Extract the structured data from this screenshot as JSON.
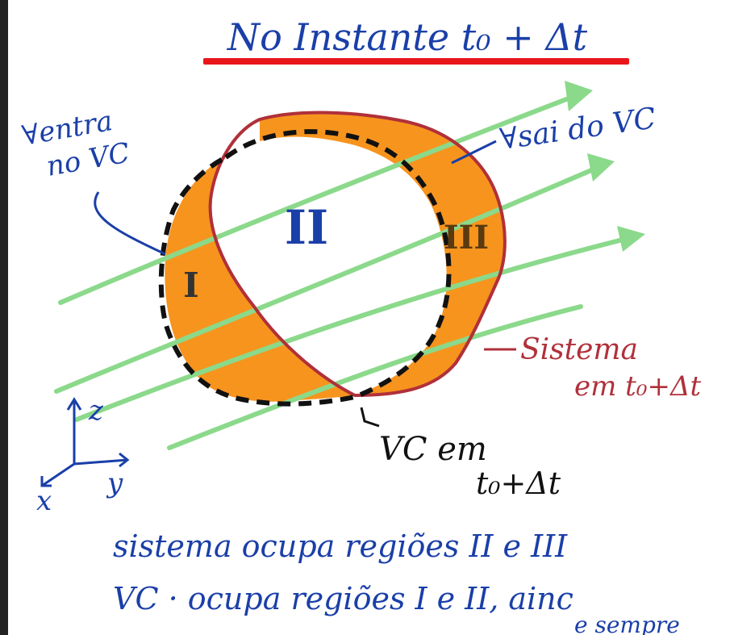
{
  "title": "No Instante t₀ + Δt",
  "regions": {
    "region_1": "I",
    "region_2": "II",
    "region_3": "III"
  },
  "annotations": {
    "inflow": [
      "∀entra",
      "no VC"
    ],
    "outflow": "∀sai do VC",
    "system": [
      "Sistema",
      "em t₀+Δt"
    ],
    "control_volume": [
      "VC em",
      "t₀+Δt"
    ]
  },
  "axes": {
    "z": "z",
    "y": "y",
    "x": "x"
  },
  "notes": [
    "sistema ocupa regiões II e III",
    "VC · ocupa regiões I e II, ainc",
    "e sempre"
  ],
  "colors": {
    "ink_blue": "#1a3fa8",
    "ink_black": "#111111",
    "ink_red": "#b0303a",
    "underline_red": "#e8161b",
    "region_orange": "#f7941d",
    "flow_green": "#8bd98b",
    "border_dark": "#222222"
  }
}
